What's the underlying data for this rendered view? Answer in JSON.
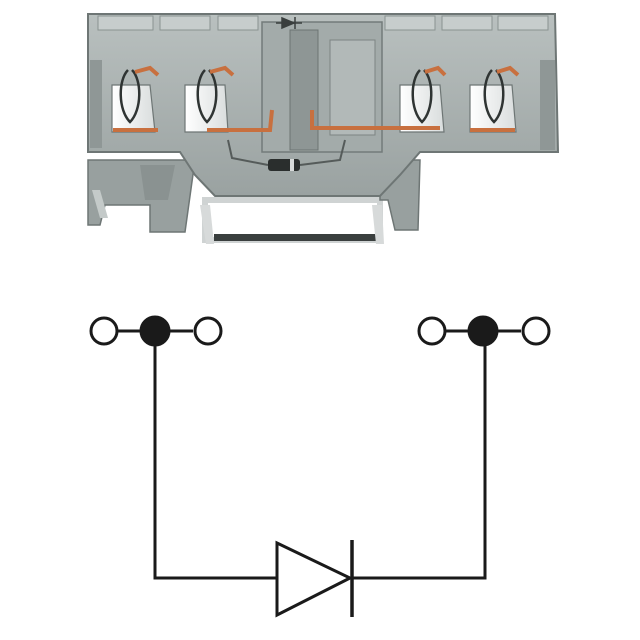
{
  "product": {
    "housing_color": "#a9b1b0",
    "housing_shadow": "#838b8a",
    "housing_dark": "#5f6665",
    "clamp_color": "#ffffff",
    "conductor_color": "#c8703f",
    "rail_color": "#e8eaea"
  },
  "schematic": {
    "line_color": "#1a1a1a",
    "left_terminal_group": {
      "connected_node": "filled",
      "outer_nodes": [
        "open",
        "open"
      ]
    },
    "right_terminal_group": {
      "connected_node": "filled",
      "outer_nodes": [
        "open",
        "open"
      ]
    },
    "component": "diode-icon",
    "diode_direction": "left-to-right"
  }
}
